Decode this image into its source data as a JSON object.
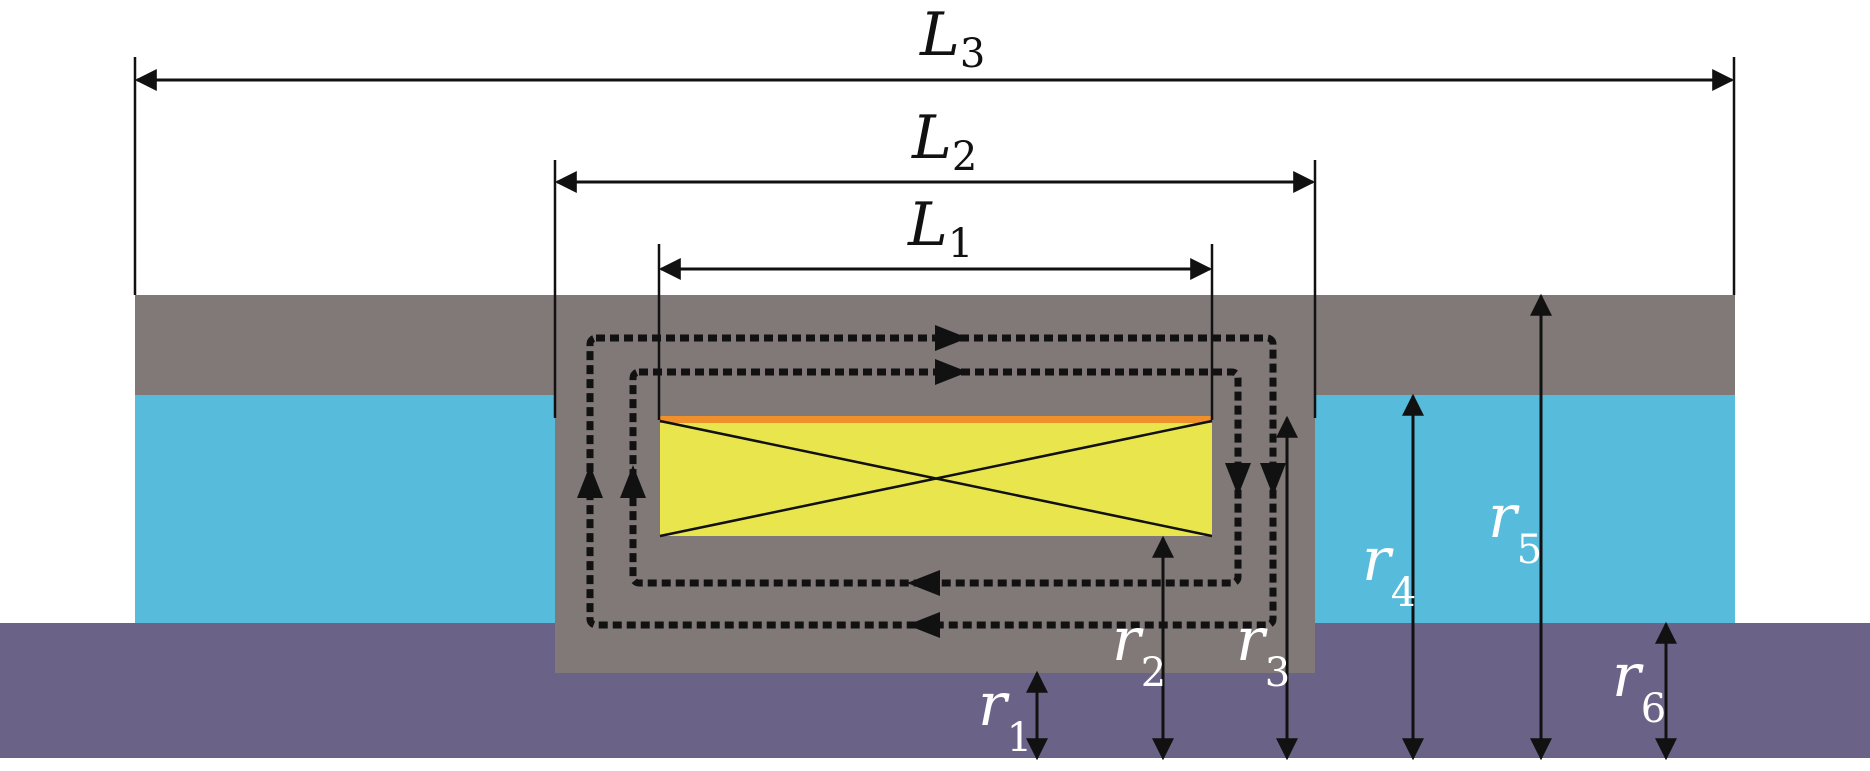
{
  "colors": {
    "background": "#ffffff",
    "outer_shell": "#817878",
    "fluid_gap": "#57bbdc",
    "base": "#6b6387",
    "coil": "#e8e64c",
    "coil_edge": "#f0902a",
    "lines": "#111111",
    "label_dark": "#111111",
    "label_light": "#ffffff"
  },
  "labels": {
    "L3": {
      "main": "L",
      "sub": "3"
    },
    "L2": {
      "main": "L",
      "sub": "2"
    },
    "L1": {
      "main": "L",
      "sub": "1"
    },
    "r1": {
      "main": "r",
      "sub": "1"
    },
    "r2": {
      "main": "r",
      "sub": "2"
    },
    "r3": {
      "main": "r",
      "sub": "3"
    },
    "r4": {
      "main": "r",
      "sub": "4"
    },
    "r5": {
      "main": "r",
      "sub": "5"
    },
    "r6": {
      "main": "r",
      "sub": "6"
    }
  },
  "icons": {
    "flux_path": "dashed-loop-arrows",
    "coil_symbol": "cross-x"
  }
}
